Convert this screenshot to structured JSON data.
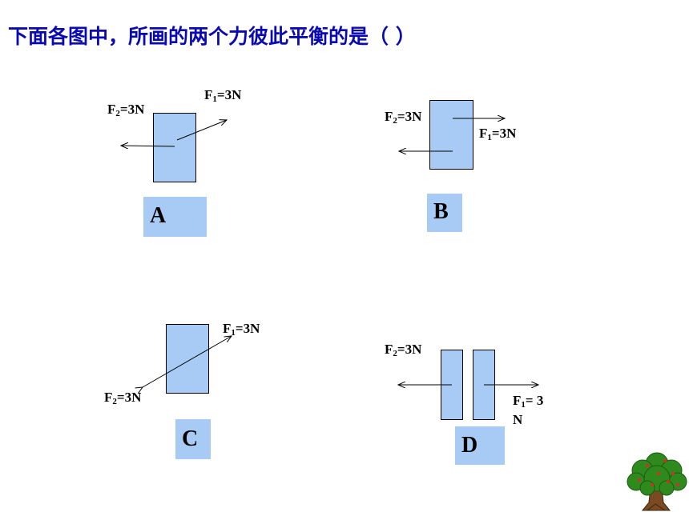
{
  "question": "下面各图中，所画的两个力彼此平衡的是（    ）",
  "force_symbol": "F",
  "options": [
    {
      "label": "A",
      "f1_sub": "1",
      "f1_value": "=3N",
      "f2_sub": "2",
      "f2_value": "=3N"
    },
    {
      "label": "B",
      "f1_sub": "1",
      "f1_value": "=3N",
      "f2_sub": "2",
      "f2_value": "=3N"
    },
    {
      "label": "C",
      "f1_sub": "1",
      "f1_value": "=3N",
      "f2_sub": "2",
      "f2_value": "=3N"
    },
    {
      "label": "D",
      "f1_sub": "1",
      "f1_value": "= 3",
      "f1_value_line2": "N",
      "f2_sub": "2",
      "f2_value": "=3N"
    }
  ],
  "colors": {
    "question": "#0a0ab4",
    "block": "#a8cbf5"
  },
  "decoration": "tree-icon"
}
